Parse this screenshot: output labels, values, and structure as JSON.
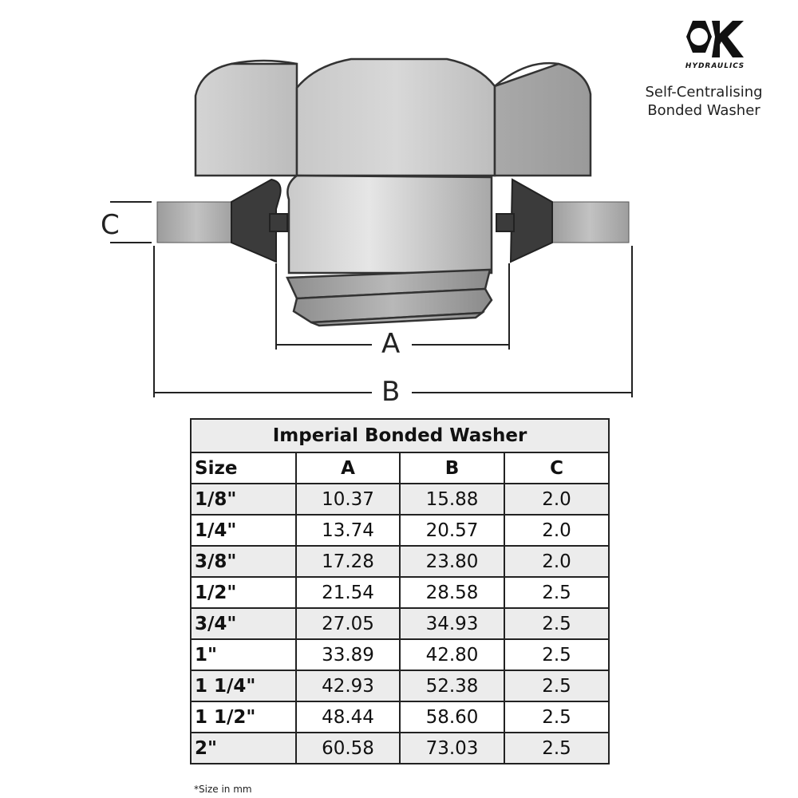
{
  "logo": {
    "brand_letters": "OK",
    "brand_sub": "HYDRAULICS"
  },
  "caption": {
    "line1": "Self-Centralising",
    "line2": "Bonded Washer"
  },
  "diagram": {
    "label_a": "A",
    "label_b": "B",
    "label_c": "C"
  },
  "table": {
    "title": "Imperial Bonded Washer",
    "headers": {
      "size": "Size",
      "a": "A",
      "b": "B",
      "c": "C"
    },
    "rows": [
      {
        "size": "1/8\"",
        "a": "10.37",
        "b": "15.88",
        "c": "2.0"
      },
      {
        "size": "1/4\"",
        "a": "13.74",
        "b": "20.57",
        "c": "2.0"
      },
      {
        "size": "3/8\"",
        "a": "17.28",
        "b": "23.80",
        "c": "2.0"
      },
      {
        "size": "1/2\"",
        "a": "21.54",
        "b": "28.58",
        "c": "2.5"
      },
      {
        "size": "3/4\"",
        "a": "27.05",
        "b": "34.93",
        "c": "2.5"
      },
      {
        "size": "1\"",
        "a": "33.89",
        "b": "42.80",
        "c": "2.5"
      },
      {
        "size": "1 1/4\"",
        "a": "42.93",
        "b": "52.38",
        "c": "2.5"
      },
      {
        "size": "1 1/2\"",
        "a": "48.44",
        "b": "58.60",
        "c": "2.5"
      },
      {
        "size": "2\"",
        "a": "60.58",
        "b": "73.03",
        "c": "2.5"
      }
    ]
  },
  "footnote": "*Size in mm"
}
